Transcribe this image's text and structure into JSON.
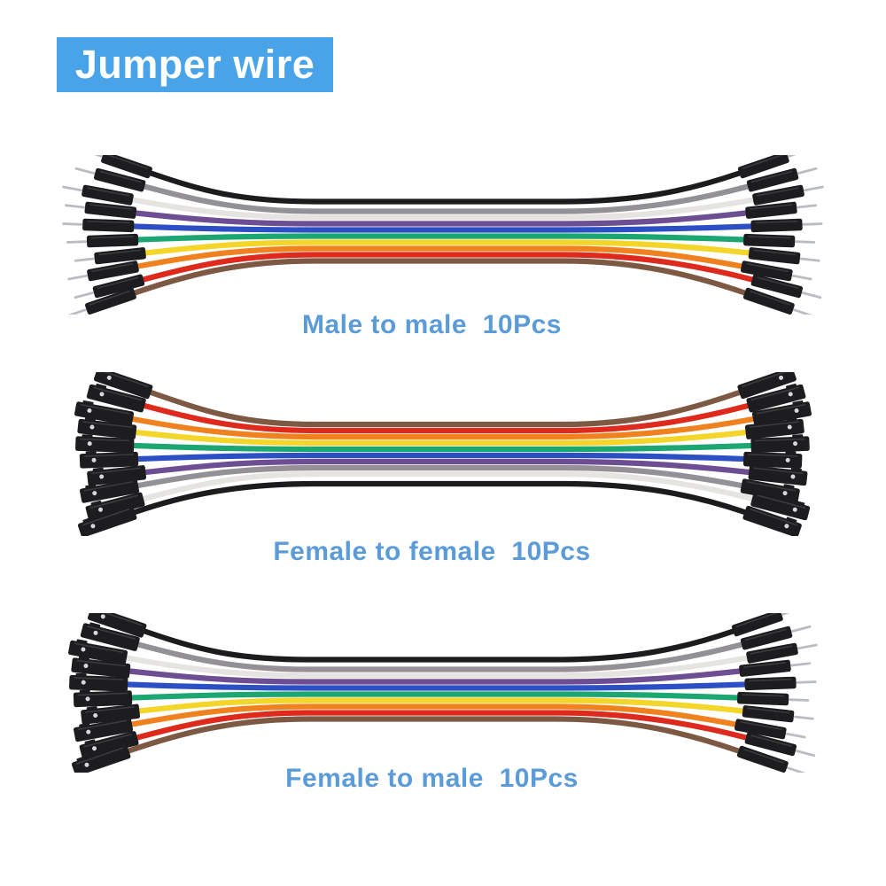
{
  "page": {
    "background": "#ffffff"
  },
  "banner": {
    "label": "Jumper wire",
    "bg": "#49a3e9",
    "fg": "#ffffff"
  },
  "caption_color": "#5b9cd8",
  "connector_colors": {
    "housing": "#1d1d1f",
    "housing_ridge": "#3c3c3e",
    "pin": "#b9bdc2",
    "latch_dot": "#d6d8da"
  },
  "bundles": [
    {
      "id": "male-to-male",
      "caption": "Male to male  10Pcs",
      "left_end": "male",
      "right_end": "male",
      "wire_colors": [
        "#1c1c1e",
        "#939196",
        "#e6e4e1",
        "#6d4e92",
        "#2c4fc4",
        "#1ca672",
        "#f4d52a",
        "#f0811f",
        "#de2a1d",
        "#7d5944"
      ]
    },
    {
      "id": "female-to-female",
      "caption": "Female to female  10Pcs",
      "left_end": "female",
      "right_end": "female",
      "wire_colors": [
        "#7d5944",
        "#de2a1d",
        "#f0811f",
        "#f4d52a",
        "#1ca672",
        "#2c4fc4",
        "#6d4e92",
        "#939196",
        "#e6e4e1",
        "#1c1c1e"
      ]
    },
    {
      "id": "female-to-male",
      "caption": "Female to male  10Pcs",
      "left_end": "female",
      "right_end": "male",
      "wire_colors": [
        "#1c1c1e",
        "#939196",
        "#e6e4e1",
        "#6d4e92",
        "#2c4fc4",
        "#1ca672",
        "#f4d52a",
        "#f0811f",
        "#de2a1d",
        "#7d5944"
      ]
    }
  ]
}
